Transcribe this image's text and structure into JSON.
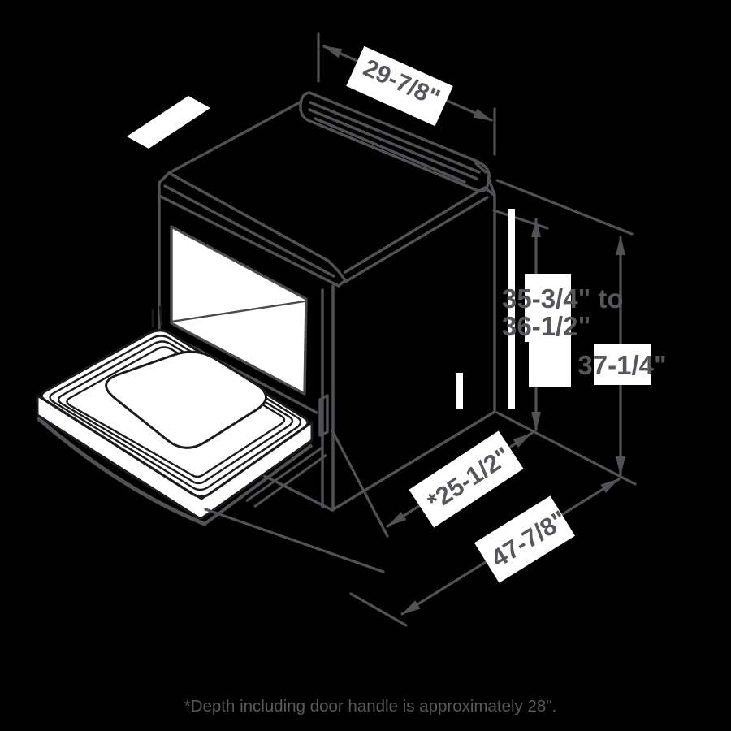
{
  "diagram": {
    "type": "appliance-dimension-diagram",
    "subject": "slide-in range with oven door open",
    "dimensions": {
      "top_width": "29-7/8\"",
      "cooktop_height_line1": "35-3/4\" to",
      "cooktop_height_line2": "36-1/2\"",
      "overall_height": "37-1/4\"",
      "depth": "*25-1/2\"",
      "depth_door_open": "47-7/8\""
    },
    "footnote": "*Depth including door handle is approximately 28\".",
    "colors": {
      "background": "#000000",
      "line": "#515255",
      "label_text": "#56575b",
      "label_background": "#ffffff",
      "door_line": "#1b1b1d",
      "fill_white": "#ffffff"
    }
  }
}
